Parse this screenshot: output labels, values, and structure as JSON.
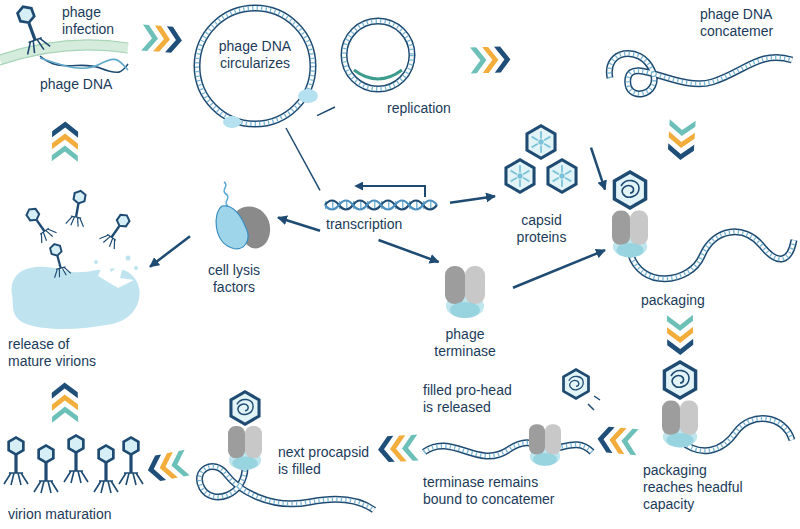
{
  "diagram": {
    "nodes": [
      {
        "text": [
          "phage infection",
          "phage DNA"
        ]
      },
      {
        "text": [
          "phage DNA circularizes"
        ]
      },
      {
        "text": [
          "replication"
        ]
      },
      {
        "text": [
          "phage DNA concatemer"
        ]
      },
      {
        "text": [
          "transcription"
        ]
      },
      {
        "text": [
          "capsid proteins"
        ]
      },
      {
        "text": [
          "packaging"
        ]
      },
      {
        "text": [
          "cell lysis factors"
        ]
      },
      {
        "text": [
          "release of mature virions"
        ]
      },
      {
        "text": [
          "phage terminase"
        ]
      },
      {
        "text": [
          "packaging reaches headful capacity"
        ]
      },
      {
        "text": [
          "filled pro-head is released",
          "terminase remains bound to concatemer"
        ]
      },
      {
        "text": [
          "next procapsid is filled"
        ]
      },
      {
        "text": [
          "virion maturation"
        ]
      }
    ],
    "edges": [
      {
        "from": 0,
        "to": 1,
        "arrow": "to"
      },
      {
        "from": 1,
        "to": 2,
        "arrow": "none"
      },
      {
        "from": 2,
        "to": 3,
        "arrow": "to"
      },
      {
        "from": 1,
        "to": 4,
        "arrow": "none"
      },
      {
        "from": 3,
        "to": 6,
        "arrow": "to"
      },
      {
        "from": 4,
        "to": 5,
        "arrow": "to"
      },
      {
        "from": 4,
        "to": 7,
        "arrow": "to"
      },
      {
        "from": 4,
        "to": 9,
        "arrow": "to"
      },
      {
        "from": 5,
        "to": 6,
        "arrow": "to"
      },
      {
        "from": 9,
        "to": 6,
        "arrow": "to"
      },
      {
        "from": 7,
        "to": 8,
        "arrow": "to"
      },
      {
        "from": 6,
        "to": 10,
        "arrow": "to"
      },
      {
        "from": 10,
        "to": 11,
        "arrow": "to"
      },
      {
        "from": 11,
        "to": 12,
        "arrow": "to"
      },
      {
        "from": 12,
        "to": 13,
        "arrow": "to"
      },
      {
        "from": 13,
        "to": 8,
        "arrow": "to"
      },
      {
        "from": 8,
        "to": 0,
        "arrow": "to"
      }
    ]
  }
}
